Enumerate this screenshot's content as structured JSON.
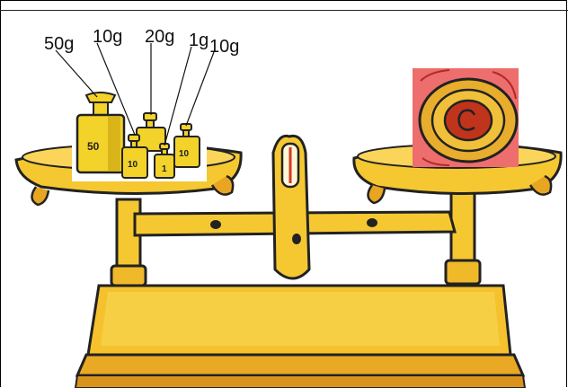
{
  "diagram": {
    "weight_labels": [
      {
        "id": "w50",
        "text": "50g"
      },
      {
        "id": "w10a",
        "text": "10g"
      },
      {
        "id": "w20",
        "text": "20g"
      },
      {
        "id": "w1",
        "text": "1g"
      },
      {
        "id": "w10b",
        "text": "10g"
      }
    ],
    "weight_markings": [
      {
        "id": "m50",
        "text": "50"
      },
      {
        "id": "m10a",
        "text": "10"
      },
      {
        "id": "m1",
        "text": "1"
      },
      {
        "id": "m10b",
        "text": "10"
      }
    ],
    "colors": {
      "scale_yellow": "#f5c832",
      "scale_shadow": "#d99a1a",
      "weight_yellow": "#f3d22a",
      "object_bg": "#ee6d6d",
      "object_ring": "#e2a52a",
      "object_center": "#c0341c"
    },
    "icons": [
      "balance-scale",
      "weights-set",
      "round-object"
    ]
  }
}
